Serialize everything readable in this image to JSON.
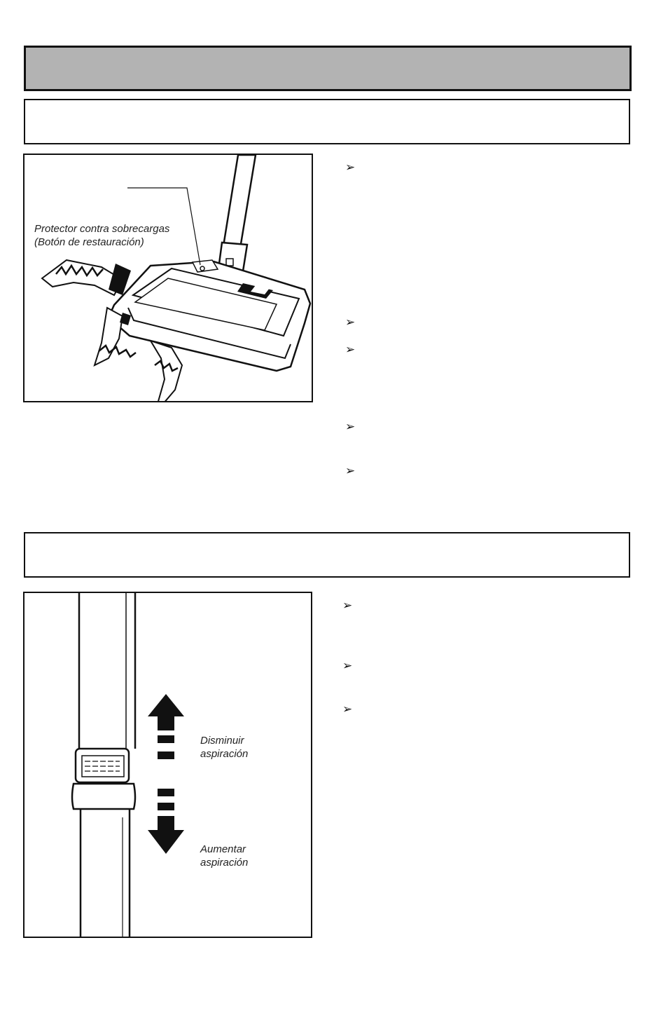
{
  "figure1": {
    "label_line1": "Protector contra sobrecargas",
    "label_line2": "(Botón de restauración)"
  },
  "figure2": {
    "decrease_line1": "Disminuir",
    "decrease_line2": "aspiración",
    "increase_line1": "Aumentar",
    "increase_line2": "aspiración"
  },
  "bullet_symbol": "➢",
  "colors": {
    "title_bar": "#b3b3b3",
    "ink": "#111111"
  }
}
